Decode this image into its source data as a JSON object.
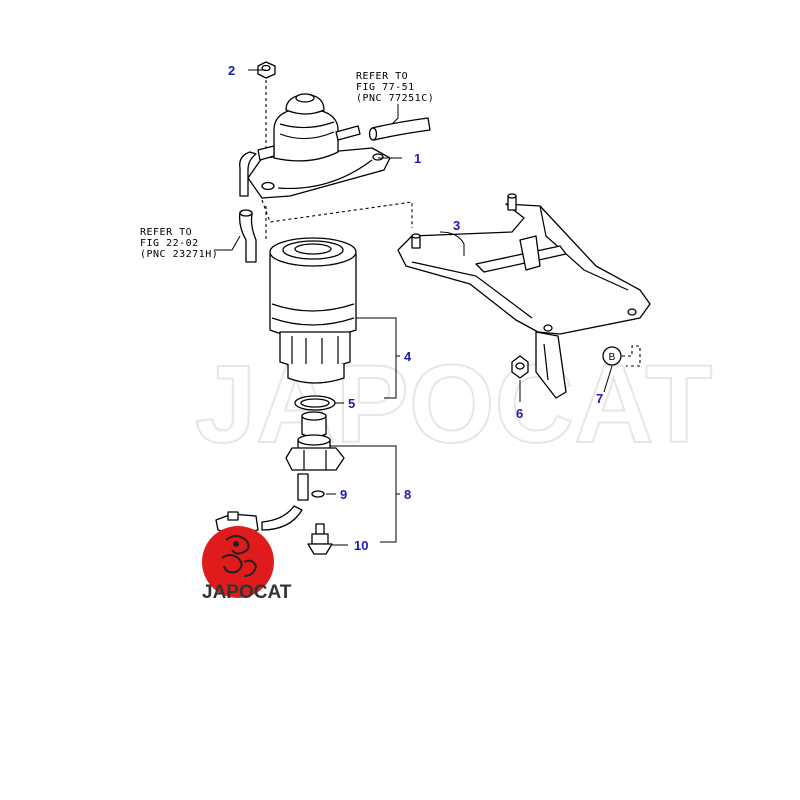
{
  "watermark": "JAPOCAT",
  "logo": {
    "text": "JAPOCAT",
    "color": "#e01b1b"
  },
  "callout_color": "#1b1bb0",
  "refs": [
    {
      "line1": "REFER TO",
      "line2": "FIG 77-51",
      "line3": "(PNC 77251C)"
    },
    {
      "line1": "REFER TO",
      "line2": "FIG 22-02",
      "line3": "(PNC 23271H)"
    }
  ],
  "callouts": [
    "1",
    "2",
    "3",
    "4",
    "5",
    "6",
    "7",
    "8",
    "9",
    "10"
  ],
  "circle_label": "B"
}
